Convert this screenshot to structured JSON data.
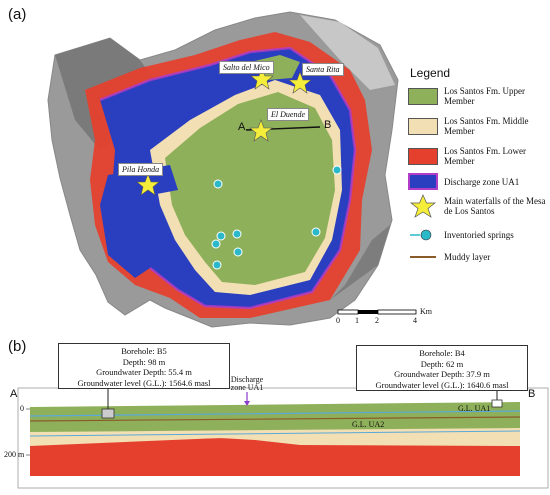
{
  "panel_a_label": "(a)",
  "panel_b_label": "(b)",
  "legend": {
    "title": "Legend",
    "items": [
      {
        "text": "Los Santos Fm. Upper Member",
        "color": "#8fb05a",
        "kind": "swatch"
      },
      {
        "text": "Los Santos Fm. Middle Member",
        "color": "#f2dfb4",
        "kind": "swatch"
      },
      {
        "text": "Los Santos Fm. Lower Member",
        "color": "#e5402e",
        "kind": "swatch"
      },
      {
        "text": "Discharge zone UA1",
        "color": "#2a3fbf",
        "kind": "swatch-purple-border"
      },
      {
        "text": "Main waterfalls of the Mesa de Los Santos",
        "color": "#f4ee3a",
        "kind": "star"
      },
      {
        "text": "Inventoried springs",
        "color": "#2bb8c9",
        "kind": "spring"
      },
      {
        "text": "Muddy layer",
        "color": "#8a5a2b",
        "kind": "line"
      }
    ]
  },
  "map_labels": {
    "salto": "Salto del Mico",
    "santa_rita": "Santa Rita",
    "duende": "El Duende",
    "pila": "Pila Honda",
    "a": "A",
    "b": "B"
  },
  "scale": {
    "unit": "Km",
    "ticks": [
      "0",
      "1",
      "2",
      "4"
    ]
  },
  "section": {
    "left_end": "A",
    "right_end": "B",
    "depth_ticks": [
      "0",
      "200 m"
    ],
    "discharge_label": "Discharge zone UA1",
    "gl_ua1": "G.L. UA1",
    "gl_ua2": "G.L. UA2",
    "boreholes": [
      {
        "name": "Borehole: B5",
        "depth": "Depth: 98 m",
        "gw_depth": "Groundwater Depth: 55.4 m",
        "gw_level": "Groundwater level (G.L.): 1564.6 masl"
      },
      {
        "name": "Borehole: B4",
        "depth": "Depth: 62 m",
        "gw_depth": "Groundwater Depth: 37.9 m",
        "gw_level": "Groundwater level (G.L.): 1640.6 masl"
      }
    ]
  }
}
